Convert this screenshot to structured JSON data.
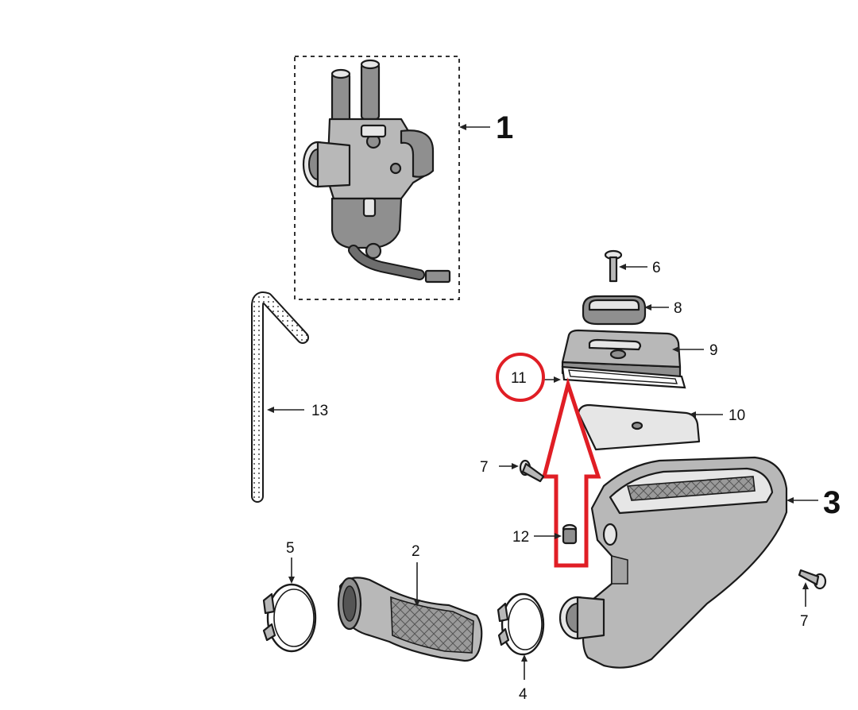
{
  "colors": {
    "highlight": "#e01e25",
    "part_fill": "#b8b8b8",
    "outline": "#1a1a1a",
    "background": "#ffffff"
  },
  "labels": {
    "p1": "1",
    "p2": "2",
    "p3": "3",
    "p4": "4",
    "p5": "5",
    "p6": "6",
    "p7a": "7",
    "p7b": "7",
    "p8": "8",
    "p9": "9",
    "p10": "10",
    "p11": "11",
    "p12": "12",
    "p13": "13"
  },
  "highlighted_part": "11"
}
